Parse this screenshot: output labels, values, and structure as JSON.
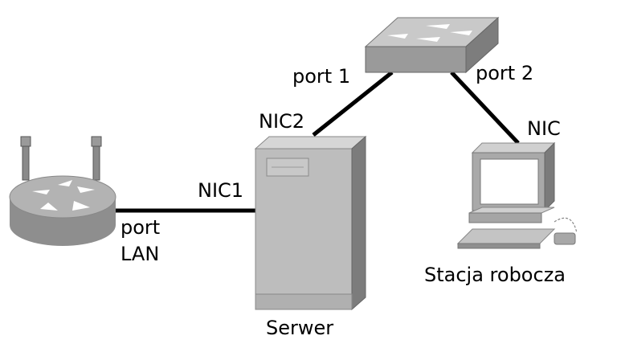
{
  "labels": {
    "port1": "port 1",
    "port2": "port 2",
    "nic2": "NIC2",
    "nic": "NIC",
    "nic1": "NIC1",
    "port_lan_line1": "port",
    "port_lan_line2": "LAN",
    "server": "Serwer",
    "workstation": "Stacja robocza"
  },
  "devices": {
    "router": {
      "icon": "router-icon"
    },
    "switch": {
      "icon": "switch-icon"
    },
    "server": {
      "icon": "server-icon"
    },
    "workstation": {
      "icon": "workstation-icon"
    }
  },
  "colors": {
    "device_gray": "#b8b8b8",
    "device_dark": "#7a7a7a",
    "cable": "#000000",
    "screen": "#ffffff"
  }
}
